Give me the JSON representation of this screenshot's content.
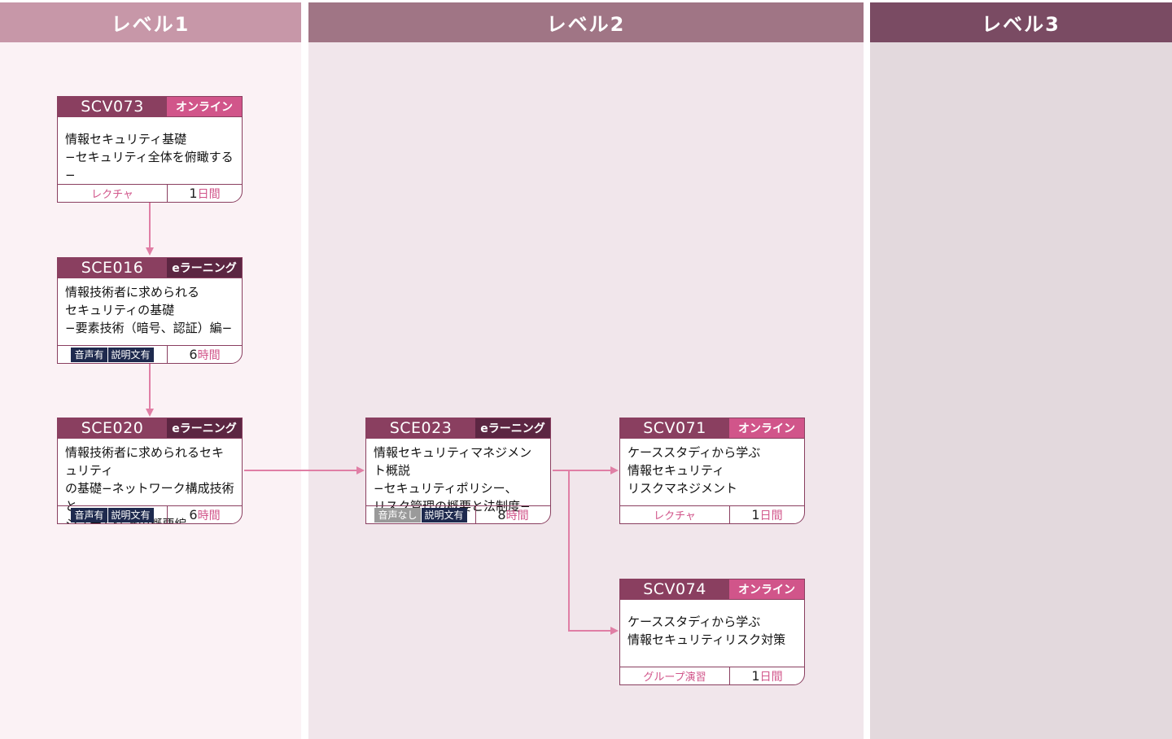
{
  "columns": [
    {
      "label": "レベル1"
    },
    {
      "label": "レベル2"
    },
    {
      "label": "レベル3"
    }
  ],
  "cards": {
    "scv073": {
      "code": "SCV073",
      "type": "オンライン",
      "title": "情報セキュリティ基礎\n−セキュリティ全体を俯瞰する−",
      "format": "レクチャ",
      "duration": "1",
      "unit": "日間"
    },
    "sce016": {
      "code": "SCE016",
      "type": "eラーニング",
      "title": "情報技術者に求められる\nセキュリティの基礎\n−要素技術（暗号、認証）編−",
      "tag1": "音声有",
      "tag2": "説明文有",
      "duration": "6",
      "unit": "時間"
    },
    "sce020": {
      "code": "SCE020",
      "type": "eラーニング",
      "title": "情報技術者に求められるセキュリティ\nの基礎−ネットワーク構成技術と\nシステム保護の概要編−",
      "tag1": "音声有",
      "tag2": "説明文有",
      "duration": "6",
      "unit": "時間"
    },
    "sce023": {
      "code": "SCE023",
      "type": "eラーニング",
      "title": "情報セキュリティマネジメント概説\n−セキュリティポリシー、\nリスク管理の概要と法制度−",
      "tag1": "音声なし",
      "tag2": "説明文有",
      "duration": "8",
      "unit": "時間"
    },
    "scv071": {
      "code": "SCV071",
      "type": "オンライン",
      "title": "ケーススタディから学ぶ\n情報セキュリティ\nリスクマネジメント",
      "format": "レクチャ",
      "duration": "1",
      "unit": "日間"
    },
    "scv074": {
      "code": "SCV074",
      "type": "オンライン",
      "title": "ケーススタディから学ぶ\n情報セキュリティリスク対策",
      "format": "グループ演習",
      "duration": "1",
      "unit": "日間"
    }
  },
  "colors": {
    "arrow": "#e07fa5",
    "card_border": "#8a3f60",
    "online": "#d1558a",
    "elearning": "#5c2642"
  }
}
